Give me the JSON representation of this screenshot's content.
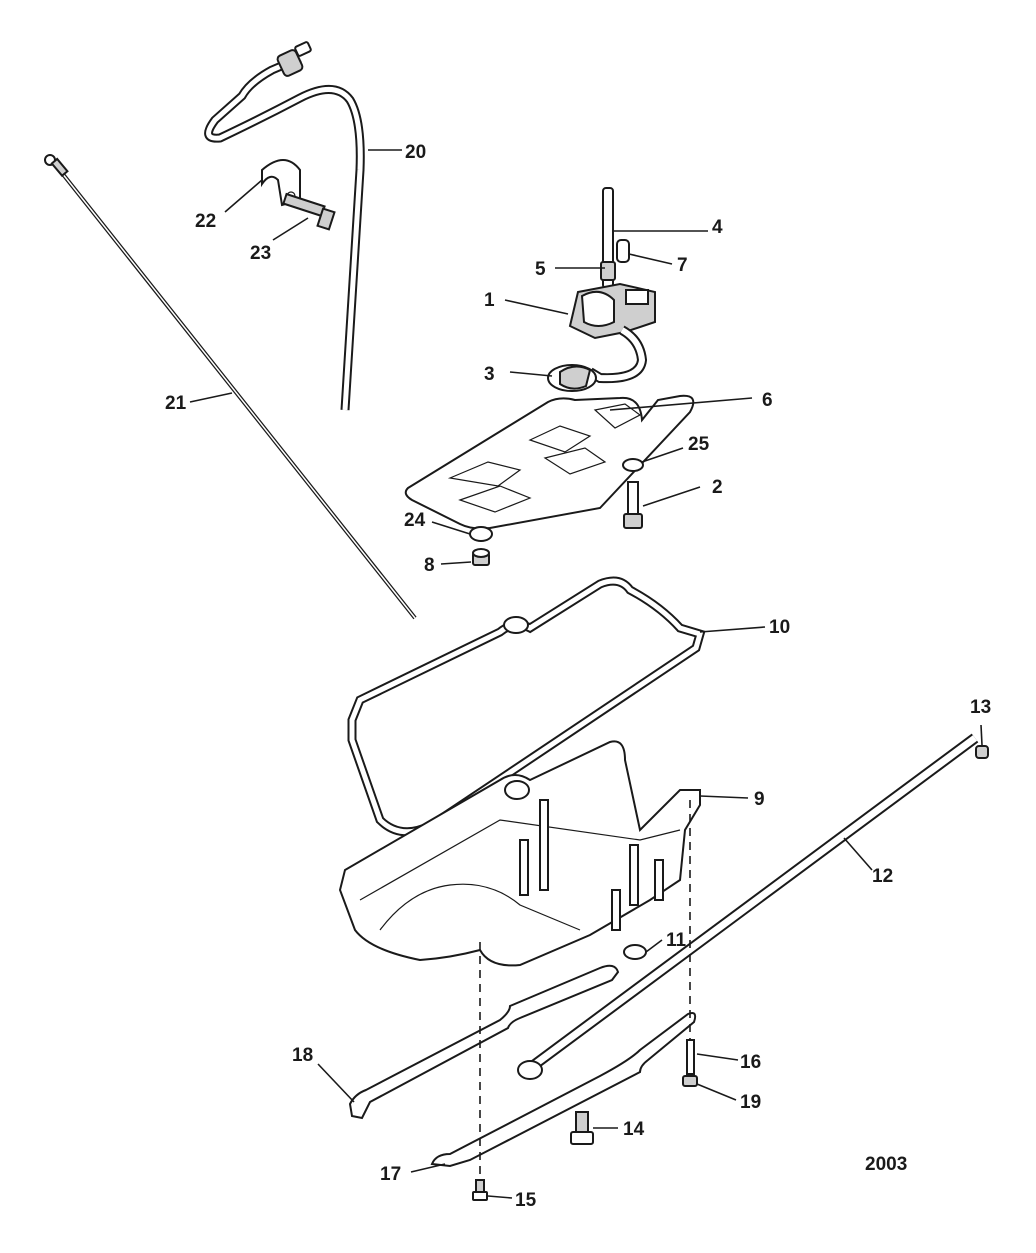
{
  "callouts": [
    "1",
    "2",
    "3",
    "4",
    "5",
    "6",
    "7",
    "8",
    "9",
    "10",
    "11",
    "12",
    "13",
    "14",
    "15",
    "16",
    "17",
    "18",
    "19",
    "20",
    "21",
    "22",
    "23",
    "24",
    "25"
  ],
  "figure_number": "2003"
}
